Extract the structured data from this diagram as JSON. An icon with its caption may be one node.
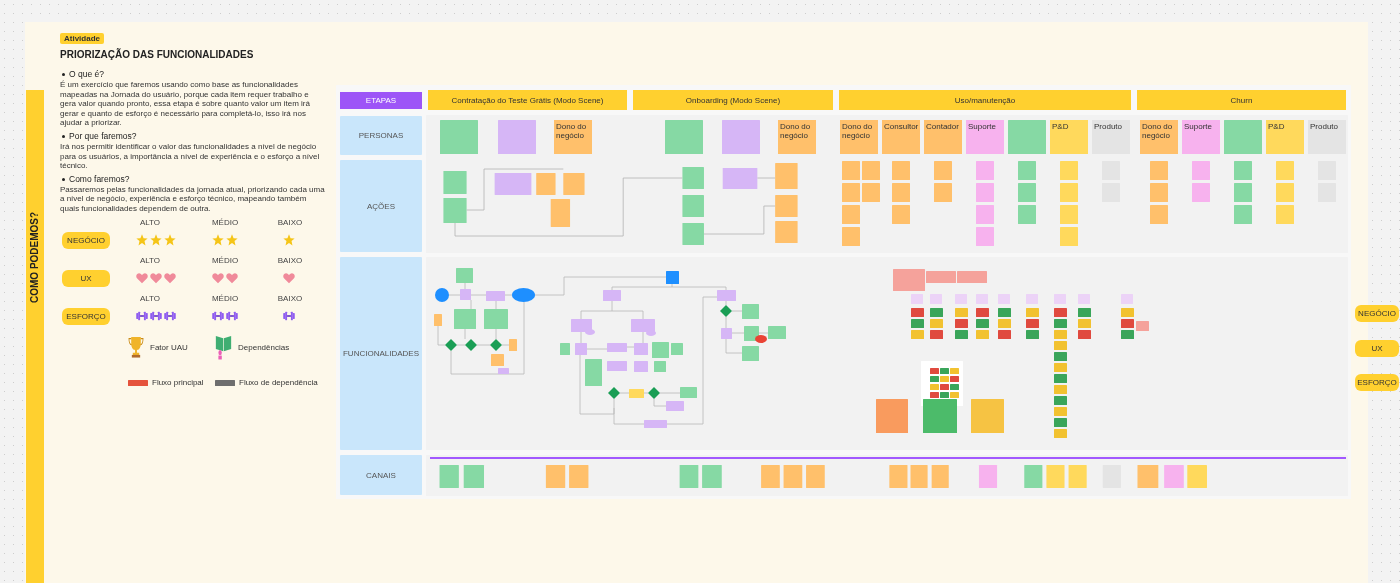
{
  "diagram": {
    "title": "PRIORIZAÇÃO DAS FUNCIONALIDADES",
    "nodes": [
      {
        "text": [
          "COMO PODEMOS?"
        ]
      },
      {
        "text": [
          "NEGÓCIO"
        ]
      },
      {
        "text": [
          "UX"
        ]
      },
      {
        "text": [
          "ESFORÇO"
        ]
      },
      {
        "text": [
          "ETAPAS"
        ]
      },
      {
        "text": [
          "Contratação do Teste Grátis (Modo Scene)"
        ]
      },
      {
        "text": [
          "Onboarding (Modo Scene)"
        ]
      },
      {
        "text": [
          "Uso/manutenção"
        ]
      },
      {
        "text": [
          "Churn"
        ]
      },
      {
        "text": [
          "PERSONAS"
        ]
      },
      {
        "text": [
          "AÇÕES"
        ]
      },
      {
        "text": [
          "FUNCIONALIDADES"
        ]
      },
      {
        "text": [
          "CANAIS"
        ]
      },
      {
        "text": [
          "Dono do negócio"
        ]
      },
      {
        "text": [
          "Dono do negócio"
        ]
      },
      {
        "text": [
          "Dono do negócio"
        ]
      },
      {
        "text": [
          "Consultor"
        ]
      },
      {
        "text": [
          "Contador"
        ]
      },
      {
        "text": [
          "Suporte"
        ]
      },
      {
        "text": [
          "P&D"
        ]
      },
      {
        "text": [
          "Produto"
        ]
      },
      {
        "text": [
          "Dono do negócio"
        ]
      },
      {
        "text": [
          "Suporte"
        ]
      },
      {
        "text": [
          "P&D"
        ]
      },
      {
        "text": [
          "Produto"
        ]
      },
      {
        "text": [
          "NEGÓCIO"
        ]
      },
      {
        "text": [
          "UX"
        ]
      },
      {
        "text": [
          "ESFORÇO"
        ]
      }
    ],
    "labels": [
      "Atividade",
      "O que é?",
      "É um exercício que faremos usando como base as funcionalidades mapeadas na Jornada do usuário, porque cada item requer trabalho e gera valor quando pronto, essa etapa é sobre quanto valor um item irá gerar e quanto de esforço é necessário para completá-lo, isso irá nos ajudar a priorizar.",
      "Por que faremos?",
      "Irá nos permitir identificar o valor das funcionalidades a nível de negócio para os usuários, a importância a nível de experiência e o esforço a nível técnico.",
      "Como faremos?",
      "Passaremos pelas funcionalidades da jornada atual, priorizando cada uma a nível de negócio, experiência e esforço técnico, mapeando também quais funcionalidades dependem de outra.",
      "ALTO",
      "MÉDIO",
      "BAIXO",
      "ALTO",
      "MÉDIO",
      "BAIXO",
      "ALTO",
      "MÉDIO",
      "BAIXO"
    ],
    "legend": [
      {
        "text": "Fator UAU"
      },
      {
        "text": "Dependências"
      },
      {
        "text": "Fluxo principal",
        "color": "#e5533c"
      },
      {
        "text": "Fluxo de dependência",
        "color": "#6e6e6e"
      }
    ]
  }
}
